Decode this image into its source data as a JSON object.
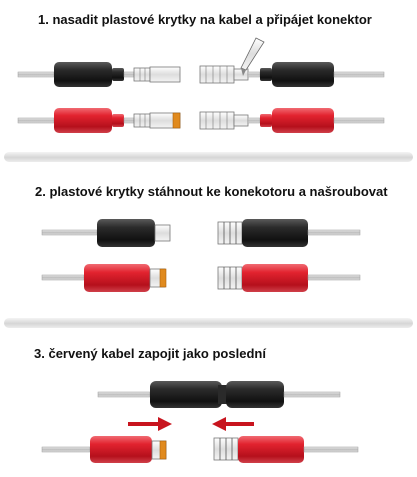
{
  "steps": [
    {
      "number": "1.",
      "text": "nasadit  plastové krytky  na kabel a připájet konektor"
    },
    {
      "number": "2.",
      "text": "plastové krytky  stáhnout ke konekotoru a našroubovat"
    },
    {
      "number": "3.",
      "text": "červený kabel zapojit jako poslední"
    }
  ],
  "colors": {
    "black_cover": "#1e1e1e",
    "red_cover": "#d21f2b",
    "arrow": "#c8141e",
    "wire": "#c8c8c8",
    "connector_outline": "#777777",
    "solder_band": "#e08a1e"
  },
  "icons": [
    "soldering-iron-icon",
    "arrow-right-icon",
    "arrow-left-icon"
  ]
}
